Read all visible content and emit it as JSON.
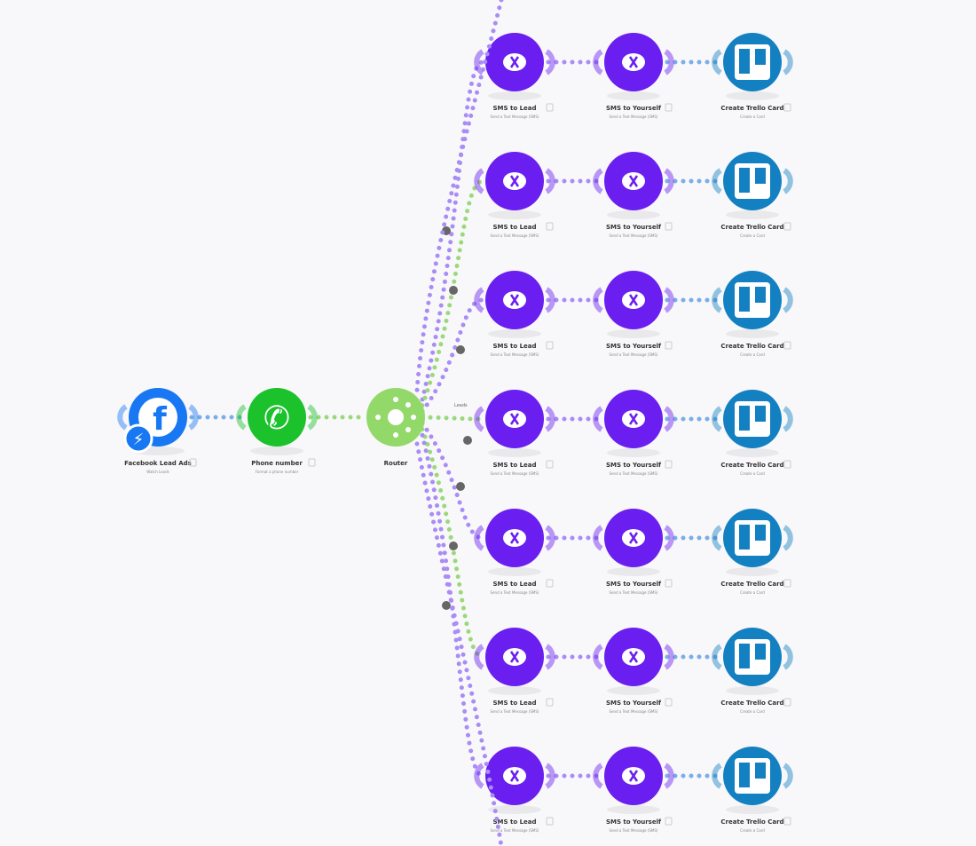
{
  "scenario": {
    "trigger": {
      "label": "Facebook Lead Ads",
      "subtitle": "Watch Leads",
      "color": "#1877f2",
      "icon": "facebook-icon"
    },
    "phone": {
      "label": "Phone number",
      "subtitle": "Format a phone number",
      "color": "#1bc22c",
      "icon": "phone-icon"
    },
    "router": {
      "label": "Router",
      "color": "#93d96a",
      "icon": "router-icon"
    },
    "branches": [
      {
        "filter": "",
        "modules": [
          {
            "label": "SMS to Lead",
            "subtitle": "Send a Text Message (SMS)"
          },
          {
            "label": "SMS to Yourself",
            "subtitle": "Send a Text Message (SMS)"
          },
          {
            "label": "Create Trello Card",
            "subtitle": "Create a Card"
          }
        ]
      },
      {
        "filter": "",
        "modules": [
          {
            "label": "SMS to Lead",
            "subtitle": "Send a Text Message (SMS)"
          },
          {
            "label": "SMS to Yourself",
            "subtitle": "Send a Text Message (SMS)"
          },
          {
            "label": "Create Trello Card",
            "subtitle": "Create a Card"
          }
        ]
      },
      {
        "filter": "",
        "modules": [
          {
            "label": "SMS to Lead",
            "subtitle": "Send a Text Message (SMS)"
          },
          {
            "label": "SMS to Yourself",
            "subtitle": "Send a Text Message (SMS)"
          },
          {
            "label": "Create Trello Card",
            "subtitle": "Create a Card"
          }
        ]
      },
      {
        "filter": "Leads",
        "modules": [
          {
            "label": "SMS to Lead",
            "subtitle": "Send a Text Message (SMS)"
          },
          {
            "label": "SMS to Yourself",
            "subtitle": "Send a Text Message (SMS)"
          },
          {
            "label": "Create Trello Card",
            "subtitle": "Create a Card"
          }
        ]
      },
      {
        "filter": "",
        "modules": [
          {
            "label": "SMS to Lead",
            "subtitle": "Send a Text Message (SMS)"
          },
          {
            "label": "SMS to Yourself",
            "subtitle": "Send a Text Message (SMS)"
          },
          {
            "label": "Create Trello Card",
            "subtitle": "Create a Card"
          }
        ]
      },
      {
        "filter": "",
        "modules": [
          {
            "label": "SMS to Lead",
            "subtitle": "Send a Text Message (SMS)"
          },
          {
            "label": "SMS to Yourself",
            "subtitle": "Send a Text Message (SMS)"
          },
          {
            "label": "Create Trello Card",
            "subtitle": "Create a Card"
          }
        ]
      },
      {
        "filter": "",
        "modules": [
          {
            "label": "SMS to Lead",
            "subtitle": "Send a Text Message (SMS)"
          },
          {
            "label": "SMS to Yourself",
            "subtitle": "Send a Text Message (SMS)"
          },
          {
            "label": "Create Trello Card",
            "subtitle": "Create a Card"
          }
        ]
      }
    ],
    "colors": {
      "sms": "#6a1ff0",
      "trello": "#1380c2",
      "link_green": "#9ad97a",
      "link_purple": "#a98cf5",
      "link_blue": "#7aaee8"
    }
  }
}
